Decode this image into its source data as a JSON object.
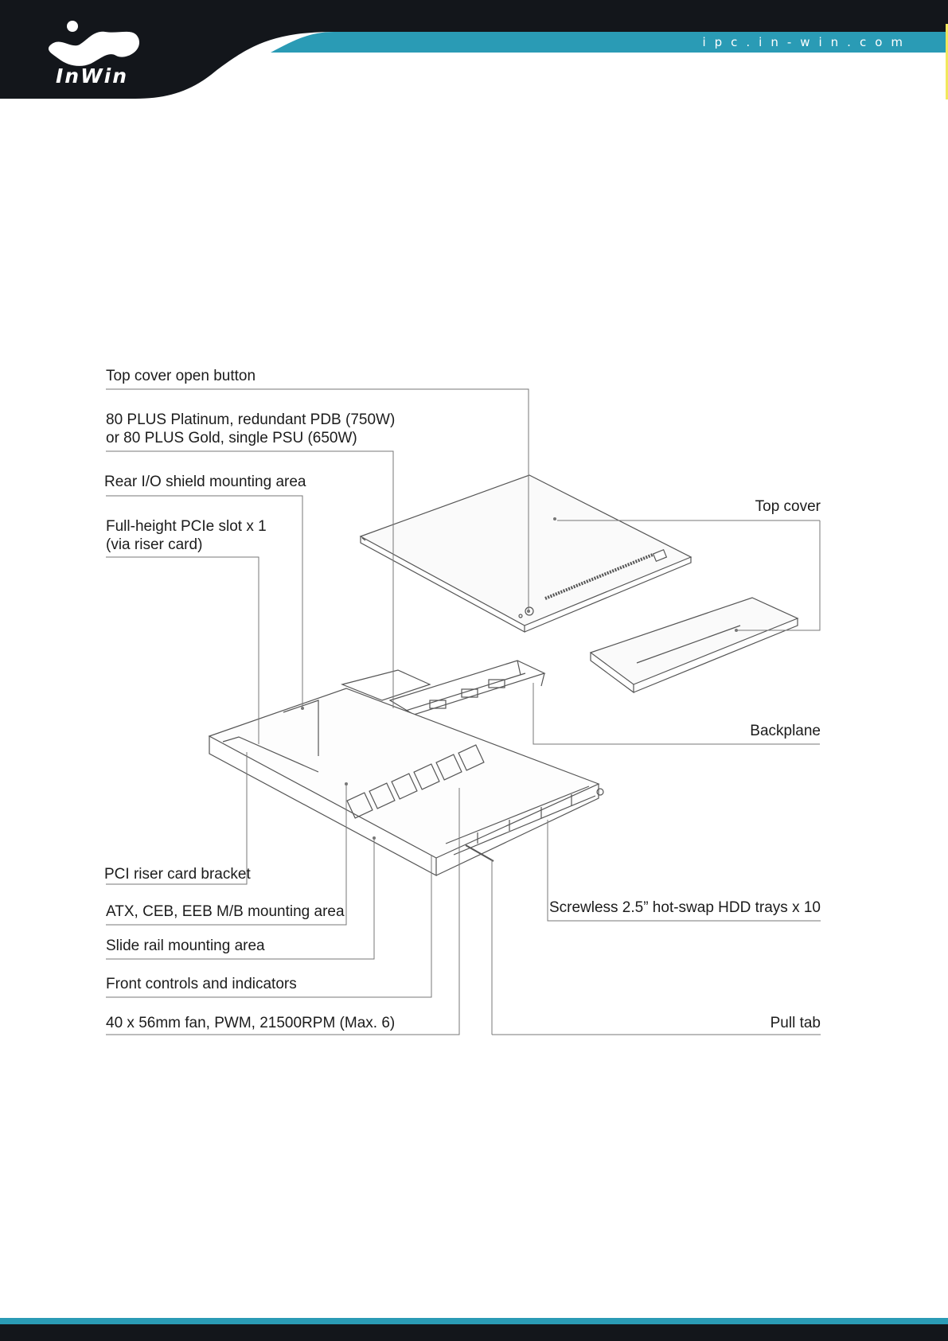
{
  "header": {
    "brand": "InWin",
    "url": "ipc.in-win.com",
    "colors": {
      "dark": "#13161b",
      "accent": "#2a9bb5"
    }
  },
  "diagram": {
    "callouts": {
      "top_cover_open_button": "Top cover open button",
      "psu_line1": "80 PLUS Platinum, redundant PDB (750W)",
      "psu_line2": "or 80 PLUS Gold, single PSU (650W)",
      "rear_io": "Rear I/O shield mounting area",
      "pcie_line1": "Full-height PCIe slot x 1",
      "pcie_line2": "(via riser card)",
      "top_cover": "Top cover",
      "backplane": "Backplane",
      "pci_riser_bracket": "PCI riser card bracket",
      "mb_area": "ATX, CEB, EEB M/B mounting area",
      "slide_rail": "Slide rail mounting area",
      "front_controls": "Front controls and indicators",
      "fan": "40 x 56mm fan, PWM, 21500RPM (Max. 6)",
      "hdd_trays": "Screwless 2.5” hot-swap HDD trays x 10",
      "pull_tab": "Pull tab"
    }
  }
}
